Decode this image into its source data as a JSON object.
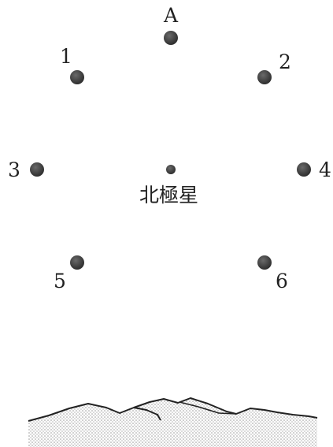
{
  "diagram": {
    "star_a_label": "A",
    "star_1_label": "1",
    "star_2_label": "2",
    "star_3_label": "3",
    "star_4_label": "4",
    "star_5_label": "5",
    "star_6_label": "6",
    "polaris_label": "北極星"
  },
  "colors": {
    "star": "#4a4a4a",
    "text": "#222222",
    "ridge": "#222222",
    "hatch": "#9a9a9a"
  }
}
